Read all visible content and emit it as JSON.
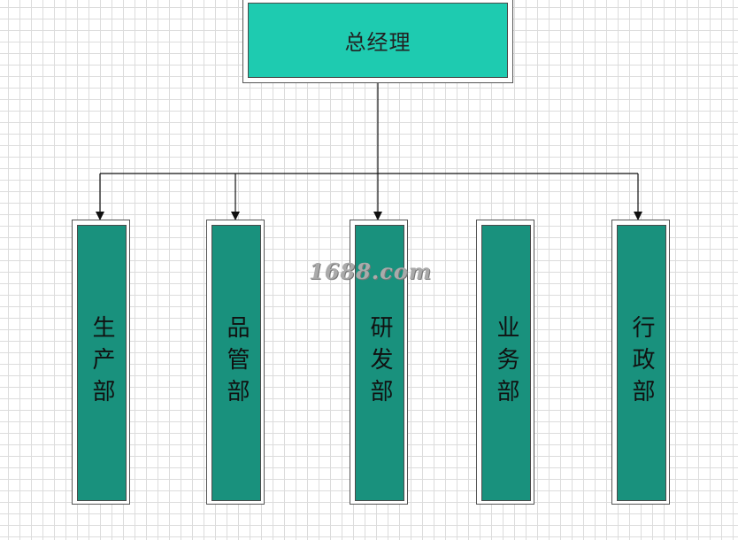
{
  "top": {
    "label": "总经理"
  },
  "departments": [
    {
      "label": "生产部"
    },
    {
      "label": "品管部"
    },
    {
      "label": "研发部"
    },
    {
      "label": "业务部"
    },
    {
      "label": "行政部"
    }
  ],
  "edges": [
    {
      "from": "总经理",
      "to": "生产部"
    },
    {
      "from": "总经理",
      "to": "品管部"
    },
    {
      "from": "总经理",
      "to": "研发部"
    },
    {
      "from": "总经理",
      "to": "行政部"
    }
  ],
  "watermark": "1688.com",
  "colors": {
    "top_fill": "#1ecbb0",
    "dept_fill": "#19917d",
    "line": "#111111",
    "grid": "#dcdcdc"
  }
}
